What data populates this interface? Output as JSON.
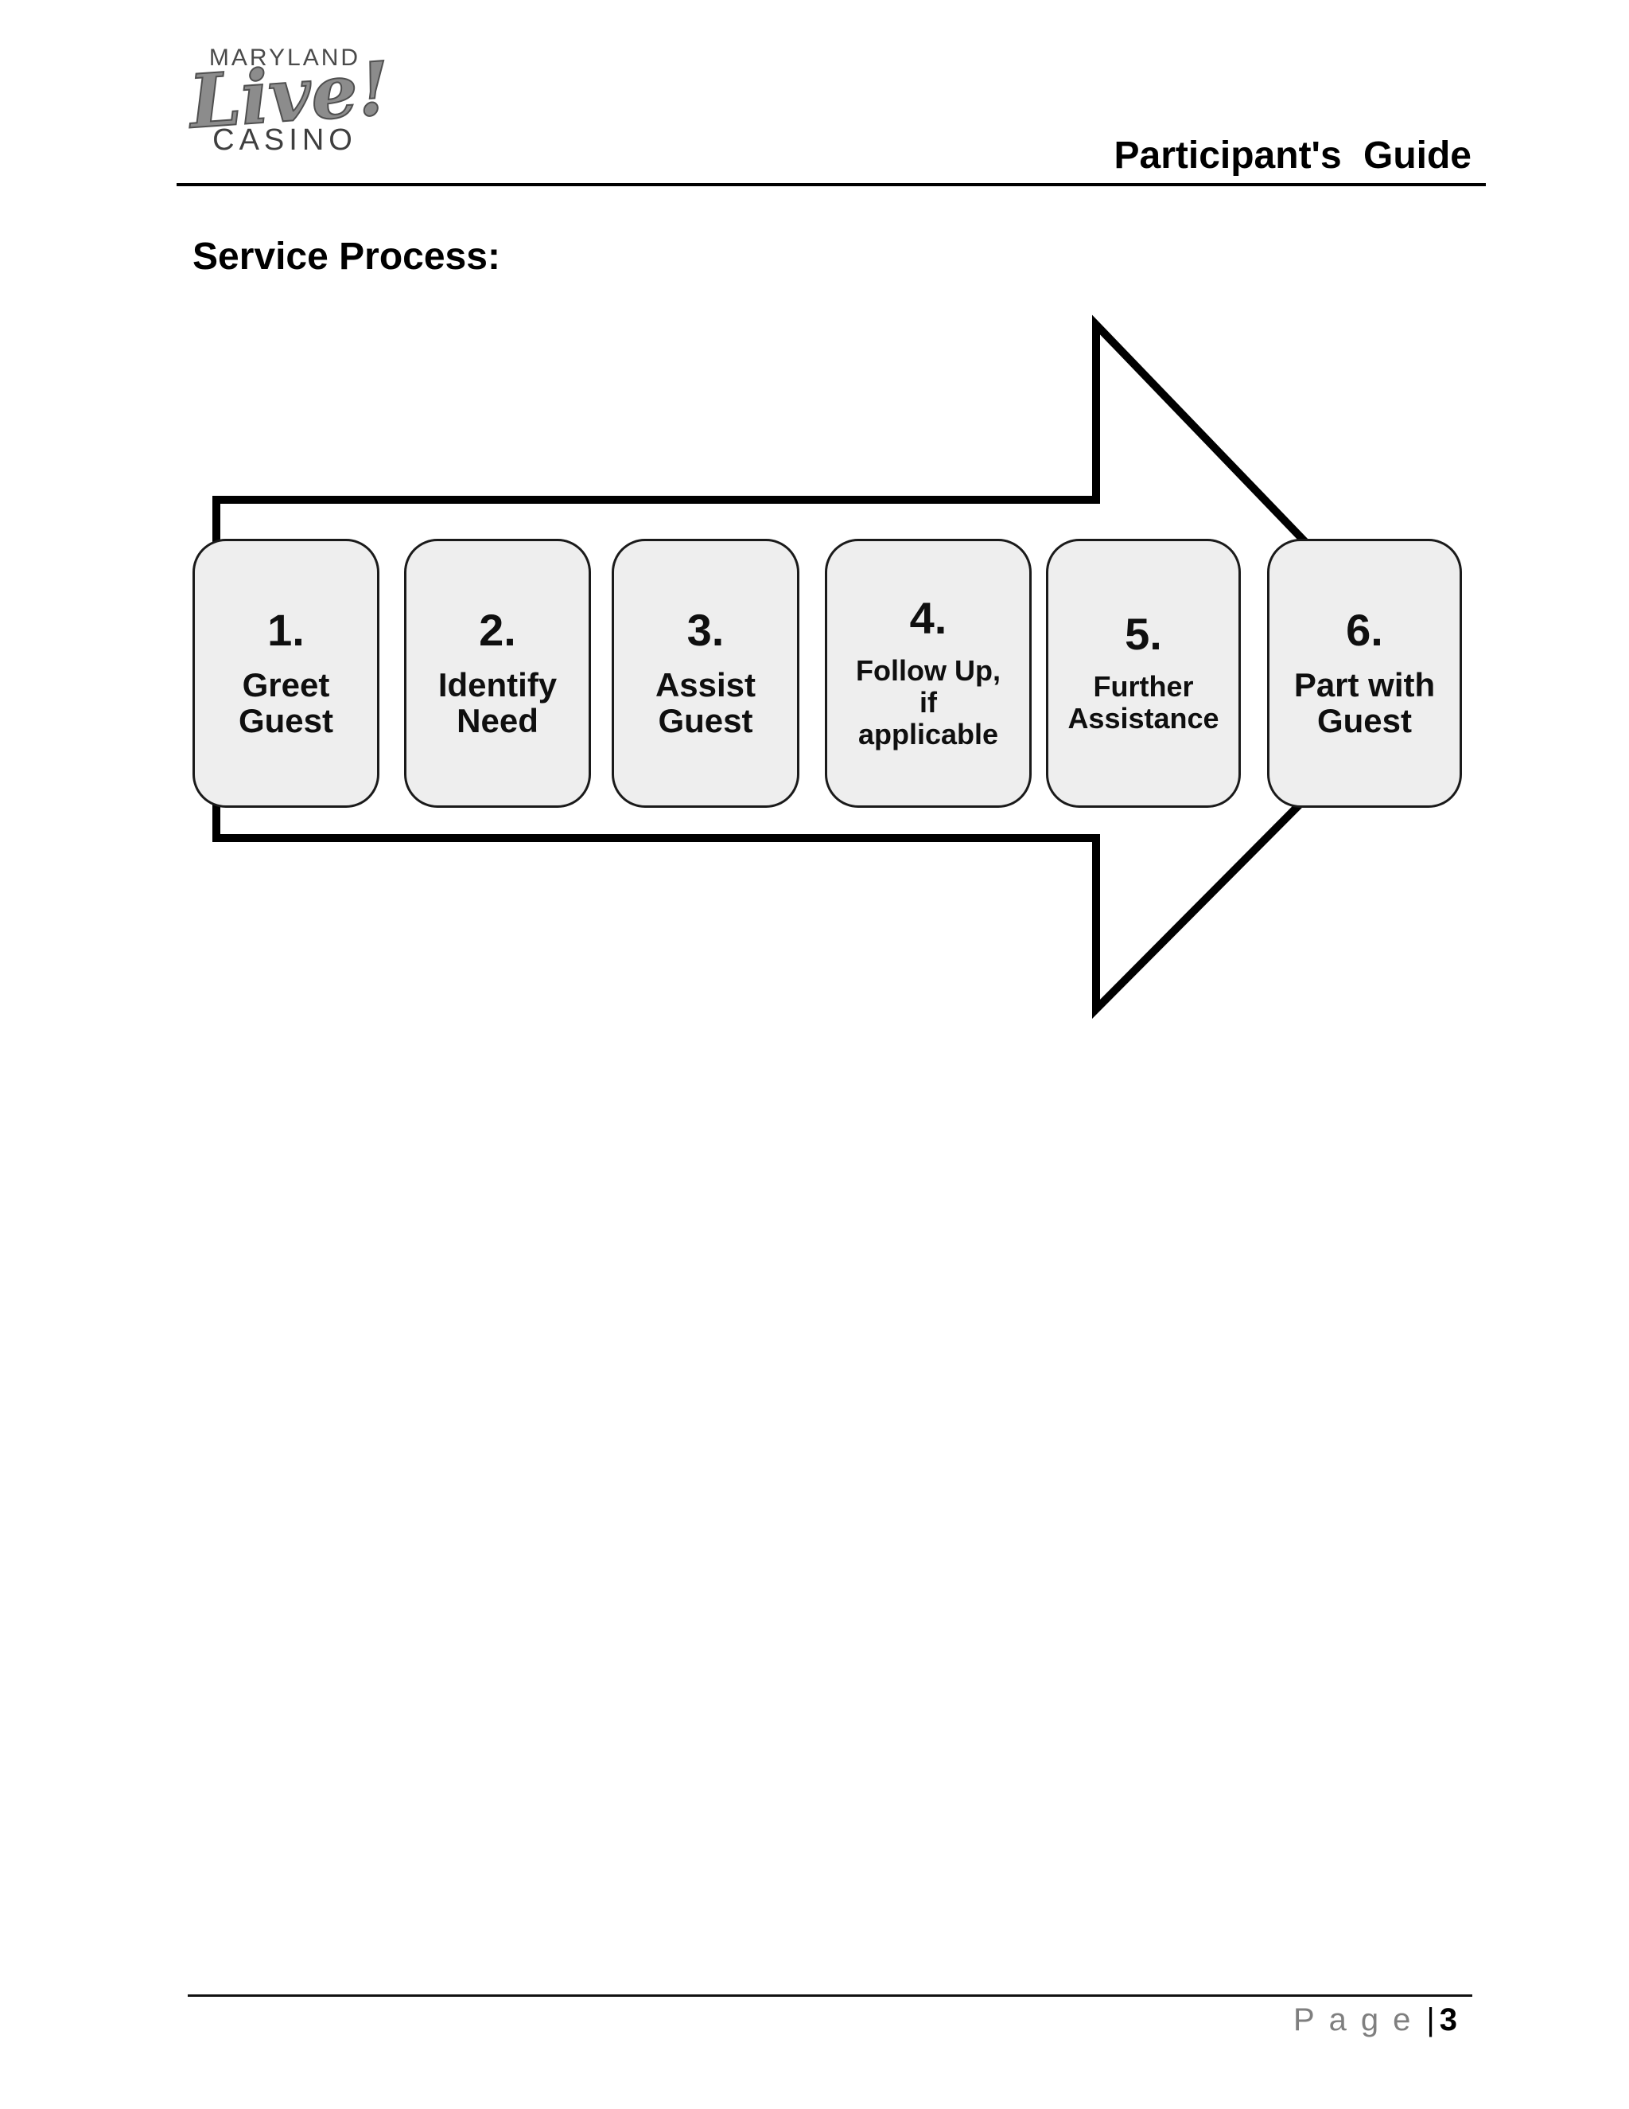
{
  "header": {
    "logo": {
      "maryland": "MARYLAND",
      "script": "Live!",
      "casino": "CASINO"
    },
    "title": "Participant's Guide"
  },
  "section_title": "Service Process:",
  "diagram": {
    "type": "process-arrow",
    "direction": "right",
    "steps": [
      {
        "number": "1.",
        "label": "Greet\nGuest"
      },
      {
        "number": "2.",
        "label": "Identify\nNeed"
      },
      {
        "number": "3.",
        "label": "Assist\nGuest"
      },
      {
        "number": "4.",
        "label": "Follow Up,\nif\napplicable"
      },
      {
        "number": "5.",
        "label": "Further\nAssistance"
      },
      {
        "number": "6.",
        "label": "Part with\nGuest"
      }
    ]
  },
  "footer": {
    "page_label": "Page",
    "separator": "|",
    "page_number": "3"
  },
  "colors": {
    "box_fill": "#eeeeee",
    "box_border": "#1a1a1a",
    "arrow_outline": "#000000",
    "text": "#111111",
    "muted_text": "#7f7f7f"
  }
}
